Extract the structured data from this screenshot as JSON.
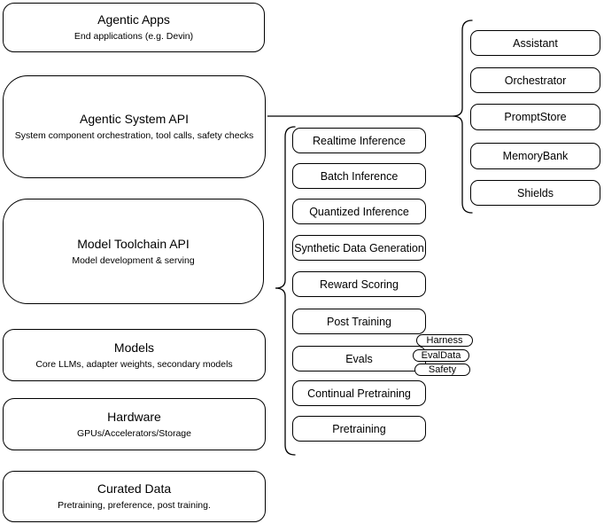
{
  "diagram": {
    "left_stack": [
      {
        "title": "Agentic Apps",
        "subtitle": "End applications (e.g. Devin)"
      },
      {
        "title": "Agentic System API",
        "subtitle": "System component orchestration, tool calls, safety checks"
      },
      {
        "title": "Model Toolchain API",
        "subtitle": "Model development & serving"
      },
      {
        "title": "Models",
        "subtitle": "Core LLMs, adapter weights, secondary models"
      },
      {
        "title": "Hardware",
        "subtitle": "GPUs/Accelerators/Storage"
      },
      {
        "title": "Curated Data",
        "subtitle": "Pretraining, preference, post training."
      }
    ],
    "toolchain_items": [
      "Realtime Inference",
      "Batch Inference",
      "Quantized Inference",
      "Synthetic Data Generation",
      "Reward Scoring",
      "Post Training",
      "Evals",
      "Continual Pretraining",
      "Pretraining"
    ],
    "eval_tags": [
      "Harness",
      "EvalData",
      "Safety"
    ],
    "system_components": [
      "Assistant",
      "Orchestrator",
      "PromptStore",
      "MemoryBank",
      "Shields"
    ],
    "colors": {
      "stroke": "#000000",
      "fill": "#ffffff",
      "text": "#000000",
      "background": "#ffffff"
    }
  }
}
